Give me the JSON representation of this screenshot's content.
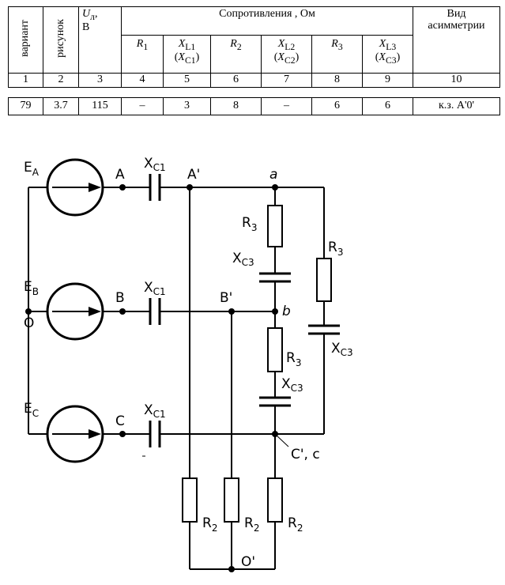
{
  "table": {
    "h_variant": "вариант",
    "h_figure": "рисунок",
    "h_ul_sym": "U",
    "h_ul_sub": "л",
    "h_ul_comma": ",",
    "h_ul_unit": "В",
    "h_resist": "Сопротивления , Ом",
    "h_asym_1": "Вид",
    "h_asym_2": "асимметрии",
    "sub_headers": [
      {
        "main": "R",
        "sub": "1",
        "alt_main": "",
        "alt_sub": ""
      },
      {
        "main": "X",
        "sub": "L1",
        "alt_main": "X",
        "alt_sub": "C1"
      },
      {
        "main": "R",
        "sub": "2",
        "alt_main": "",
        "alt_sub": ""
      },
      {
        "main": "X",
        "sub": "L2",
        "alt_main": "X",
        "alt_sub": "C2"
      },
      {
        "main": "R",
        "sub": "3",
        "alt_main": "",
        "alt_sub": ""
      },
      {
        "main": "X",
        "sub": "L3",
        "alt_main": "X",
        "alt_sub": "C3"
      }
    ],
    "col_numbers": [
      "1",
      "2",
      "3",
      "4",
      "5",
      "6",
      "7",
      "8",
      "9",
      "10"
    ],
    "row": [
      "79",
      "3.7",
      "115",
      "–",
      "3",
      "8",
      "–",
      "6",
      "6",
      "к.з. A'0'"
    ]
  },
  "circuit": {
    "e_a": "A",
    "e_b": "B",
    "e_c": "C",
    "e_letter": "E",
    "node_a": "A",
    "node_b": "B",
    "node_c": "C",
    "node_o": "O",
    "node_a1": "A'",
    "node_b1": "B'",
    "node_o1": "O'",
    "node_a_small": "a",
    "node_b_small": "b",
    "node_c1c": "C', c",
    "x_letter": "X",
    "x_c1_sub": "C1",
    "x_c3_sub": "C3",
    "r_letter": "R",
    "r3_sub": "3",
    "r2_sub": "2"
  }
}
